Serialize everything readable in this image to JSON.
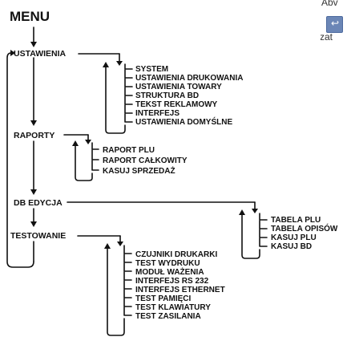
{
  "title": "MENU",
  "side_panel": {
    "top_text": "Abv",
    "icon": "arrow-back-icon",
    "bottom_text": "zat"
  },
  "groups": [
    {
      "label": "USTAWIENIA",
      "items": [
        "SYSTEM",
        "USTAWIENIA DRUKOWANIA",
        "USTAWIENIA TOWARY",
        "STRUKTURA BD",
        "TEKST REKLAMOWY",
        "INTERFEJS",
        "USTAWIENIA DOMYŚLNE"
      ]
    },
    {
      "label": "RAPORTY",
      "items": [
        "RAPORT PLU",
        "RAPORT CAŁKOWITY",
        "KASUJ SPRZEDAŻ"
      ]
    },
    {
      "label": "DB EDYCJA",
      "items": [
        "TABELA PLU",
        "TABELA OPISÓW",
        "KASUJ PLU",
        "KASUJ BD"
      ]
    },
    {
      "label": "TESTOWANIE",
      "items": [
        "CZUJNIKI DRUKARKI",
        "TEST WYDRUKU",
        "MODUŁ WAŻENIA",
        "INTERFEJS RS 232",
        "INTERFEJS ETHERNET",
        "TEST PAMIĘCI",
        "TEST KLAWIATURY",
        "TEST ZASILANIA"
      ]
    }
  ]
}
